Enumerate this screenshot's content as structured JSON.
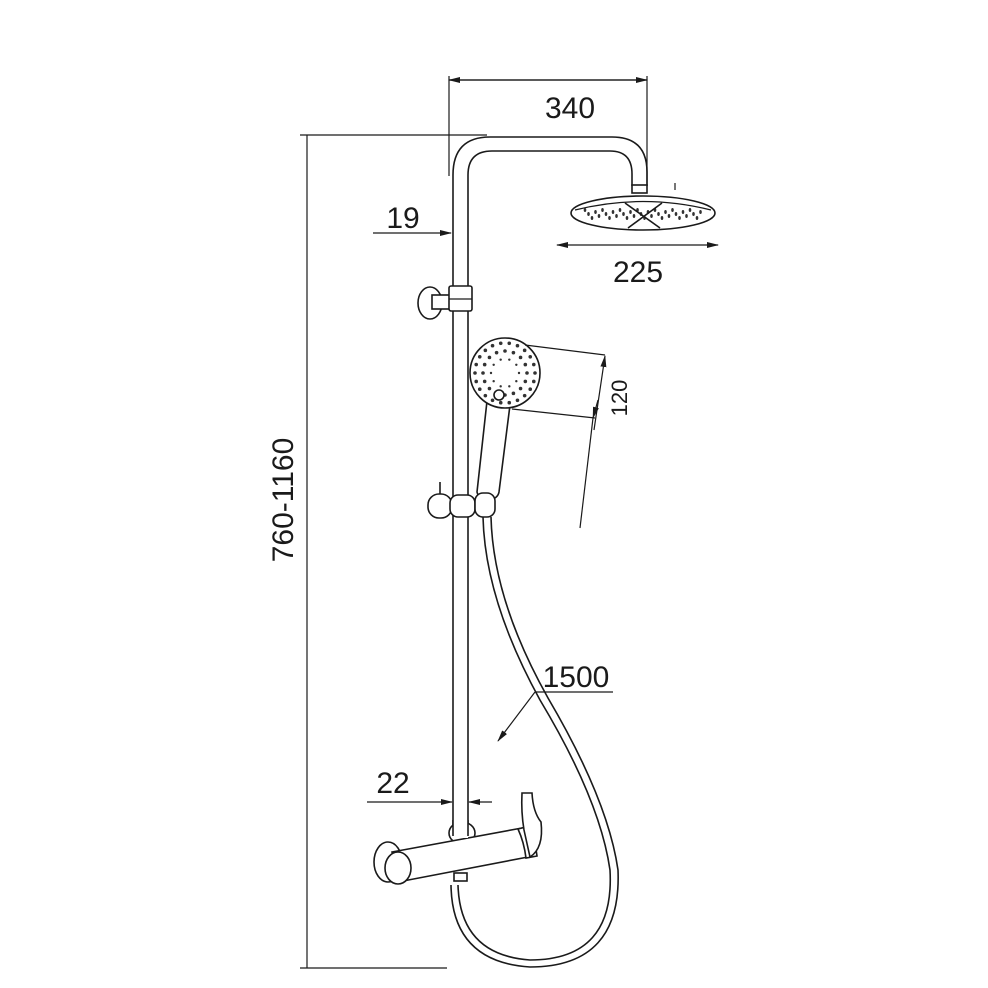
{
  "dimensions": {
    "rail_reach": "340",
    "pipe_diameter_top": "19",
    "overhead_shower_diameter": "225",
    "hand_shower_diameter": "120",
    "height_range": "760-1160",
    "hose_length": "1500",
    "pipe_diameter_bottom": "22"
  },
  "colors": {
    "line": "#1a1a1a",
    "background": "#ffffff"
  }
}
